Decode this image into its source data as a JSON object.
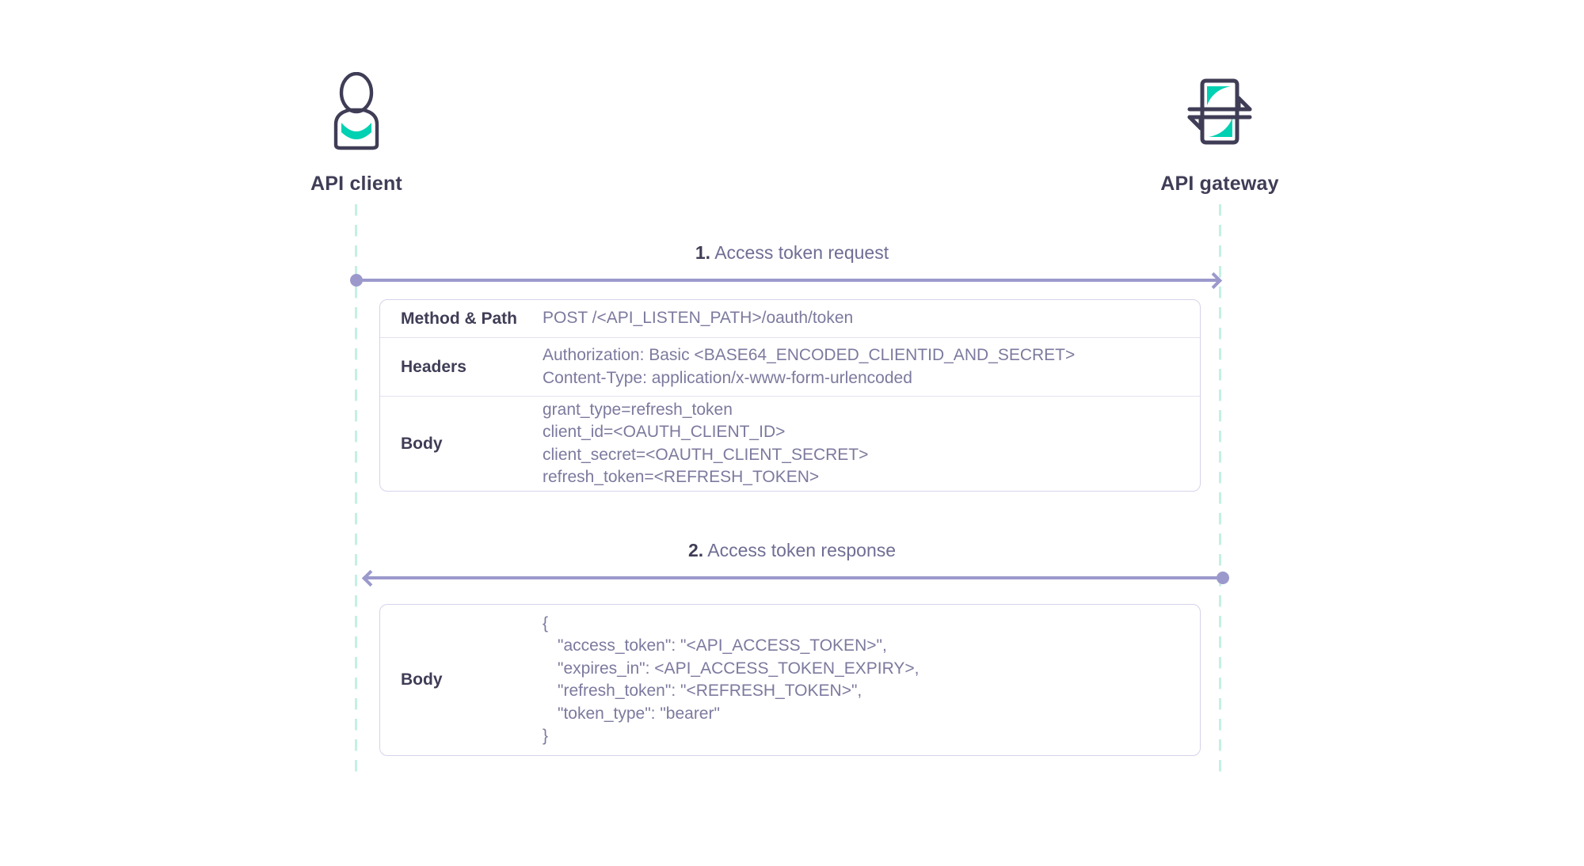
{
  "actors": [
    {
      "id": "client",
      "label": "API client",
      "icon": "user-icon"
    },
    {
      "id": "gateway",
      "label": "API gateway",
      "icon": "gateway-icon"
    }
  ],
  "messages": [
    {
      "seq": "1.",
      "title": "Access token request",
      "direction": "client-to-gateway",
      "rows": [
        {
          "label": "Method & Path",
          "lines": [
            "POST /<API_LISTEN_PATH>/oauth/token"
          ]
        },
        {
          "label": "Headers",
          "lines": [
            "Authorization: Basic <BASE64_ENCODED_CLIENTID_AND_SECRET>",
            "Content-Type: application/x-www-form-urlencoded"
          ]
        },
        {
          "label": "Body",
          "lines": [
            "grant_type=refresh_token",
            "client_id=<OAUTH_CLIENT_ID>",
            "client_secret=<OAUTH_CLIENT_SECRET>",
            "refresh_token=<REFRESH_TOKEN>"
          ]
        }
      ]
    },
    {
      "seq": "2.",
      "title": "Access token response",
      "direction": "gateway-to-client",
      "rows": [
        {
          "label": "Body",
          "lines": [
            "{",
            "\"access_token\": \"<API_ACCESS_TOKEN>\",",
            "\"expires_in\": <API_ACCESS_TOKEN_EXPIRY>,",
            "\"refresh_token\": \"<REFRESH_TOKEN>\",",
            "\"token_type\": \"bearer\"",
            "}"
          ],
          "indent": [
            false,
            true,
            true,
            true,
            true,
            false
          ]
        }
      ]
    }
  ],
  "colors": {
    "actor_stroke": "#3f3d56",
    "accent_teal": "#00d1b2",
    "lifeline": "#c4f0e4",
    "arrow": "#9b99cc",
    "table_border": "#d6d3ea",
    "row_divider": "#e4e1f0",
    "label_text": "#3f3d56",
    "value_text": "#7c7a9e",
    "background": "#ffffff"
  }
}
